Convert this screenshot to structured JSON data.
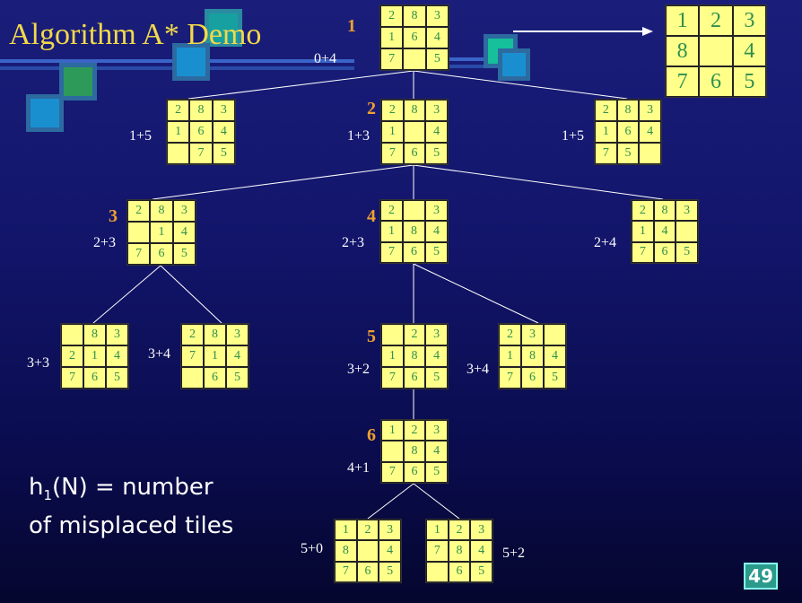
{
  "title": "Algorithm A*  Demo",
  "heuristic_note": {
    "prefix": "h",
    "subscript": "1",
    "line1_rest": "(N)  = number",
    "line2": "of misplaced tiles"
  },
  "page_number": "49",
  "goal": [
    "1",
    "2",
    "3",
    "8",
    "",
    "4",
    "7",
    "6",
    "5"
  ],
  "nodes": {
    "root": {
      "cells": [
        "2",
        "8",
        "3",
        "1",
        "6",
        "4",
        "7",
        "",
        "5"
      ],
      "label": "0+4",
      "order": "1"
    },
    "n1a": {
      "cells": [
        "2",
        "8",
        "3",
        "1",
        "6",
        "4",
        "",
        "7",
        "5"
      ],
      "label": "1+5"
    },
    "n1b": {
      "cells": [
        "2",
        "8",
        "3",
        "1",
        "",
        "4",
        "7",
        "6",
        "5"
      ],
      "label": "1+3",
      "order": "2"
    },
    "n1c": {
      "cells": [
        "2",
        "8",
        "3",
        "1",
        "6",
        "4",
        "7",
        "5",
        ""
      ],
      "label": "1+5"
    },
    "n2a": {
      "cells": [
        "2",
        "8",
        "3",
        "",
        "1",
        "4",
        "7",
        "6",
        "5"
      ],
      "label": "2+3",
      "order": "3"
    },
    "n2b": {
      "cells": [
        "2",
        "",
        "3",
        "1",
        "8",
        "4",
        "7",
        "6",
        "5"
      ],
      "label": "2+3",
      "order": "4"
    },
    "n2c": {
      "cells": [
        "2",
        "8",
        "3",
        "1",
        "4",
        "",
        "7",
        "6",
        "5"
      ],
      "label": "2+4"
    },
    "n3a": {
      "cells": [
        "",
        "8",
        "3",
        "2",
        "1",
        "4",
        "7",
        "6",
        "5"
      ],
      "label": "3+3"
    },
    "n3b": {
      "cells": [
        "2",
        "8",
        "3",
        "7",
        "1",
        "4",
        "",
        "6",
        "5"
      ],
      "label": "3+4"
    },
    "n3c": {
      "cells": [
        "",
        "2",
        "3",
        "1",
        "8",
        "4",
        "7",
        "6",
        "5"
      ],
      "label": "3+2",
      "order": "5"
    },
    "n3d": {
      "cells": [
        "2",
        "3",
        "",
        "1",
        "8",
        "4",
        "7",
        "6",
        "5"
      ],
      "label": "3+4"
    },
    "n4": {
      "cells": [
        "1",
        "2",
        "3",
        "",
        "8",
        "4",
        "7",
        "6",
        "5"
      ],
      "label": "4+1",
      "order": "6"
    },
    "n5a": {
      "cells": [
        "1",
        "2",
        "3",
        "8",
        "",
        "4",
        "7",
        "6",
        "5"
      ],
      "label": "5+0"
    },
    "n5b": {
      "cells": [
        "1",
        "2",
        "3",
        "7",
        "8",
        "4",
        "",
        "6",
        "5"
      ],
      "label": "5+2"
    }
  }
}
